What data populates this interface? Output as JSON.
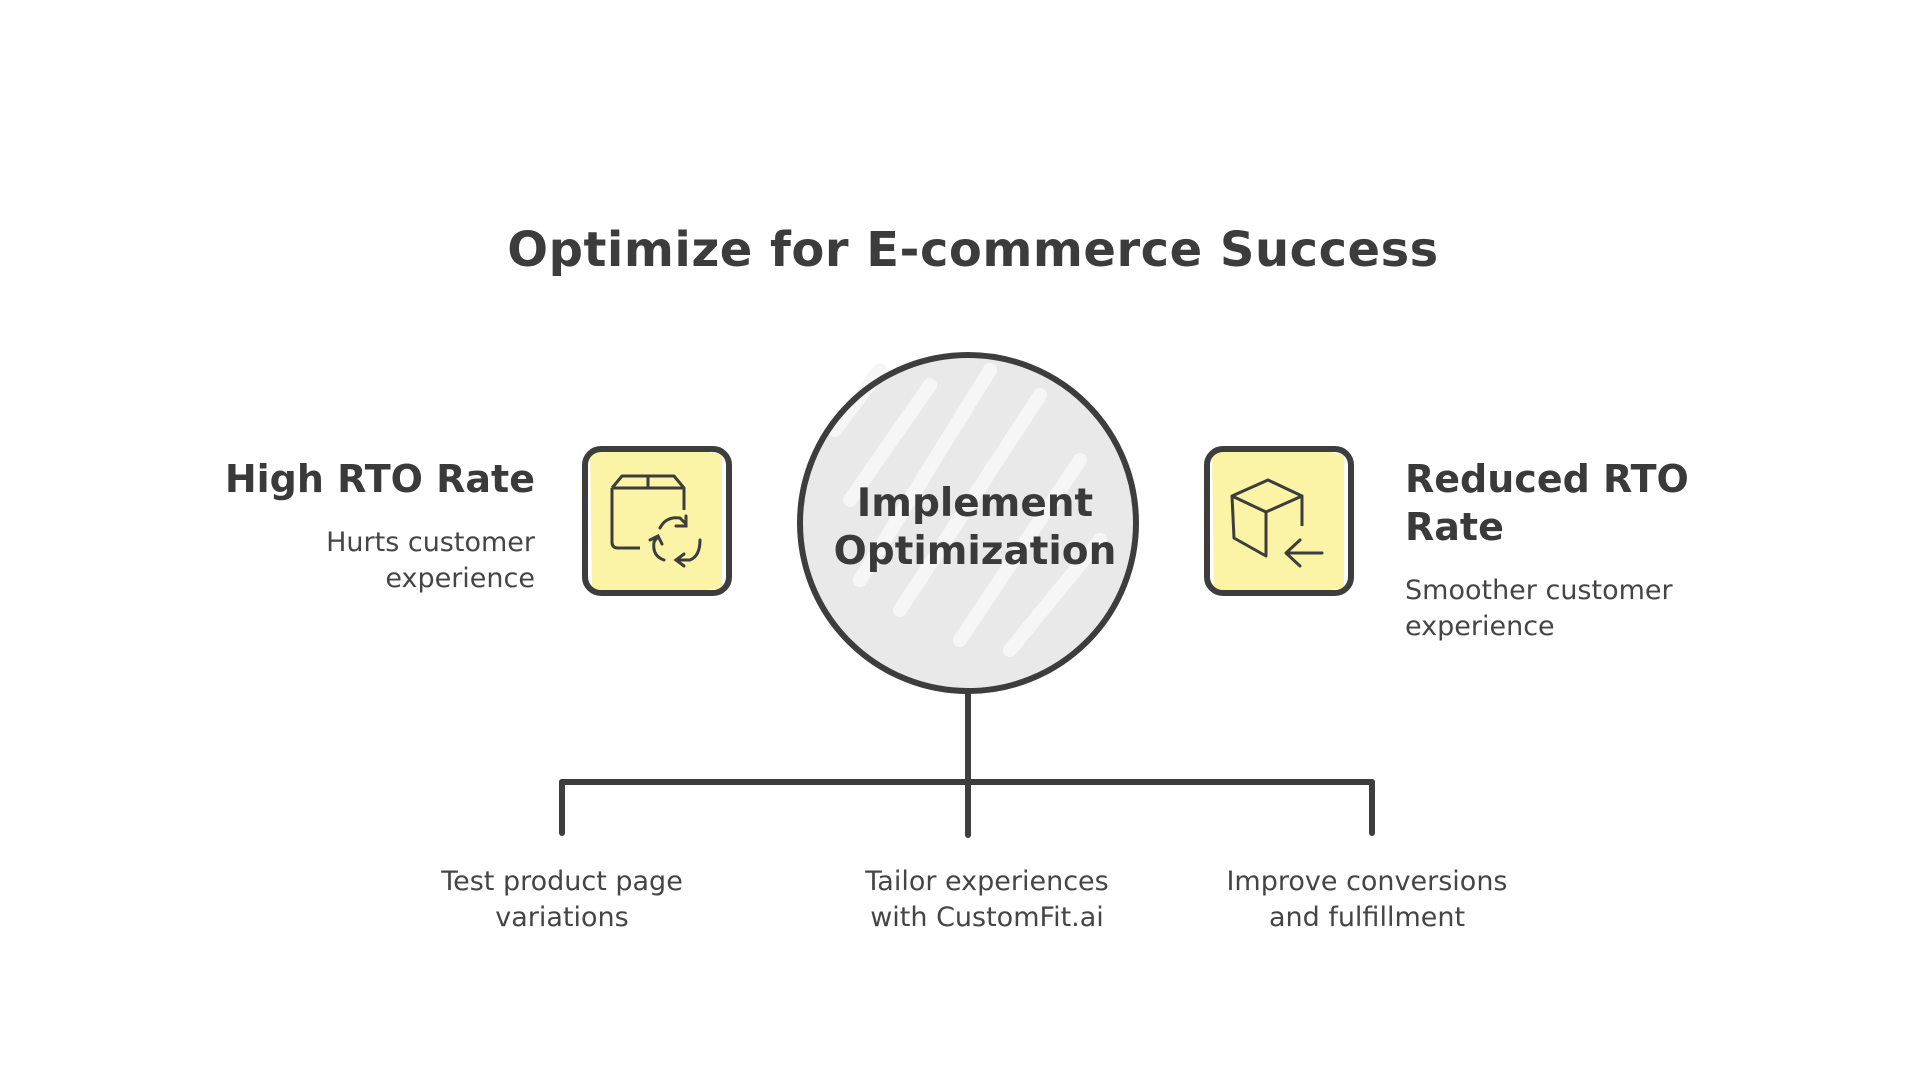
{
  "title": "Optimize for E-commerce Success",
  "center": {
    "label": "Implement Optimization"
  },
  "left": {
    "heading": "High RTO Rate",
    "description": "Hurts customer experience",
    "icon": "box-recycle-icon"
  },
  "right": {
    "heading": "Reduced RTO Rate",
    "description": "Smoother customer experience",
    "icon": "box-return-icon"
  },
  "branches": [
    {
      "label": "Test product page variations"
    },
    {
      "label": "Tailor experiences with CustomFit.ai"
    },
    {
      "label": "Improve conversions and fulfillment"
    }
  ],
  "colors": {
    "stroke": "#3d3d3d",
    "circle_fill": "#e8e8e8",
    "icon_fill": "#fbf3a6",
    "text": "#3d3d3d"
  }
}
